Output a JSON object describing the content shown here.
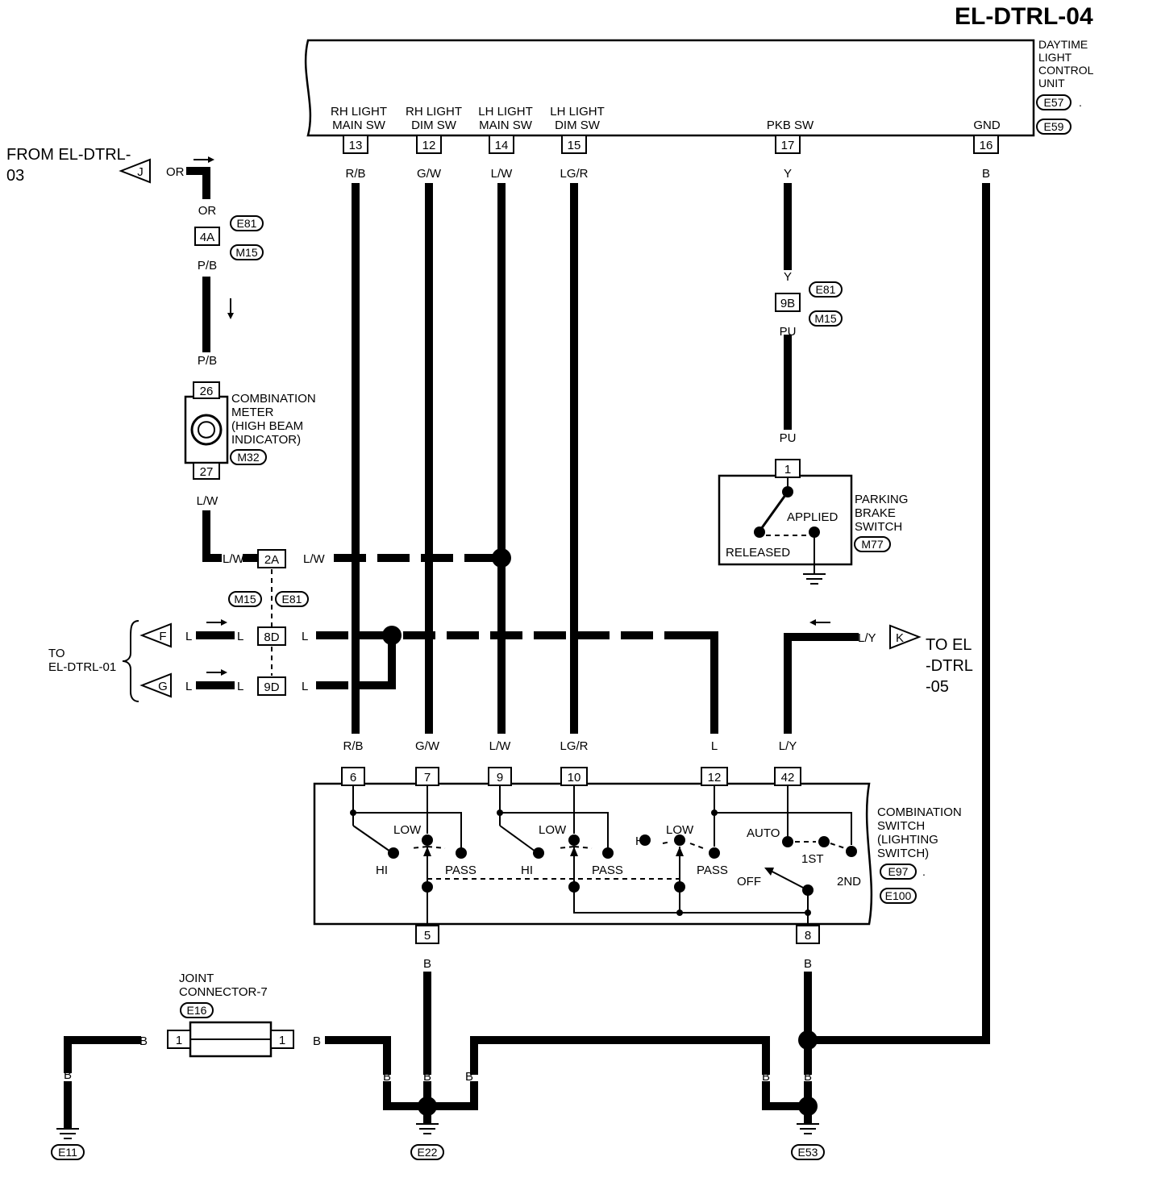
{
  "page_code": "EL-DTRL-04",
  "control_unit": {
    "name_lines": [
      "DAYTIME",
      "LIGHT",
      "CONTROL",
      "UNIT"
    ],
    "connectors": [
      "E57",
      "E59"
    ],
    "terminals": [
      {
        "label1": "RH LIGHT",
        "label2": "MAIN SW",
        "pin": "13",
        "color": "R/B"
      },
      {
        "label1": "RH LIGHT",
        "label2": "DIM SW",
        "pin": "12",
        "color": "G/W"
      },
      {
        "label1": "LH LIGHT",
        "label2": "MAIN SW",
        "pin": "14",
        "color": "L/W"
      },
      {
        "label1": "LH LIGHT",
        "label2": "DIM SW",
        "pin": "15",
        "color": "LG/R"
      },
      {
        "label1": "",
        "label2": "PKB SW",
        "pin": "17",
        "color": "Y"
      },
      {
        "label1": "",
        "label2": "GND",
        "pin": "16",
        "color": "B"
      }
    ]
  },
  "from_ref": {
    "line1": "FROM EL-DTRL-",
    "line2": "03",
    "tag": "J",
    "color": "OR"
  },
  "meter_branch": {
    "wire_top": "OR",
    "connector_pin": "4A",
    "connectors": [
      "E81",
      "M15"
    ],
    "wire_mid": "P/B",
    "wire_meter_in": "P/B",
    "meter_pin_in": "26",
    "meter_pin_out": "27",
    "meter_name_lines": [
      "COMBINATION",
      "METER",
      "(HIGH BEAM",
      "INDICATOR)"
    ],
    "meter_connector": "M32",
    "wire_out": "L/W"
  },
  "junction_2a": {
    "pin": "2A",
    "wire_left": "L/W",
    "wire_right": "L/W",
    "connectors": [
      "M15",
      "E81"
    ]
  },
  "to_left": {
    "line1": "TO",
    "line2": "EL-DTRL-01",
    "tags": [
      {
        "tag": "F",
        "color": "L",
        "pin": "8D",
        "wire": "L",
        "wire_right": "L"
      },
      {
        "tag": "G",
        "color": "L",
        "pin": "9D",
        "wire": "L",
        "wire_right": "L"
      }
    ]
  },
  "to_right": {
    "lines": [
      "TO EL",
      "-DTRL",
      "-05"
    ],
    "tag": "K",
    "color": "L/Y"
  },
  "parking_brake": {
    "wire_top": "Y",
    "connector_pin": "9B",
    "connectors": [
      "E81",
      "M15"
    ],
    "wire_mid": "PU",
    "wire_in": "PU",
    "switch_pin": "1",
    "positions": [
      "APPLIED",
      "RELEASED"
    ],
    "name_lines": [
      "PARKING",
      "BRAKE",
      "SWITCH"
    ],
    "connector": "M77"
  },
  "combination_switch": {
    "name_lines": [
      "COMBINATION",
      "SWITCH",
      "(LIGHTING",
      "SWITCH)"
    ],
    "connectors": [
      "E97",
      "E100"
    ],
    "top_terminals": [
      {
        "pin": "6",
        "color": "R/B"
      },
      {
        "pin": "7",
        "color": "G/W"
      },
      {
        "pin": "9",
        "color": "L/W"
      },
      {
        "pin": "10",
        "color": "LG/R"
      },
      {
        "pin": "12",
        "color": "L"
      },
      {
        "pin": "42",
        "color": "L/Y"
      }
    ],
    "bottom_terminals": [
      {
        "pin": "5",
        "color": "B"
      },
      {
        "pin": "8",
        "color": "B"
      }
    ],
    "labels": {
      "low": "LOW",
      "hi": "HI",
      "pass": "PASS",
      "auto": "AUTO",
      "first": "1ST",
      "second": "2ND",
      "off": "OFF"
    }
  },
  "joint_connector": {
    "name_lines": [
      "JOINT",
      "CONNECTOR-7"
    ],
    "connector": "E16",
    "pin_left": "1",
    "pin_right": "1"
  },
  "ground_wire_color": "B",
  "grounds": [
    "E11",
    "E22",
    "E53"
  ]
}
